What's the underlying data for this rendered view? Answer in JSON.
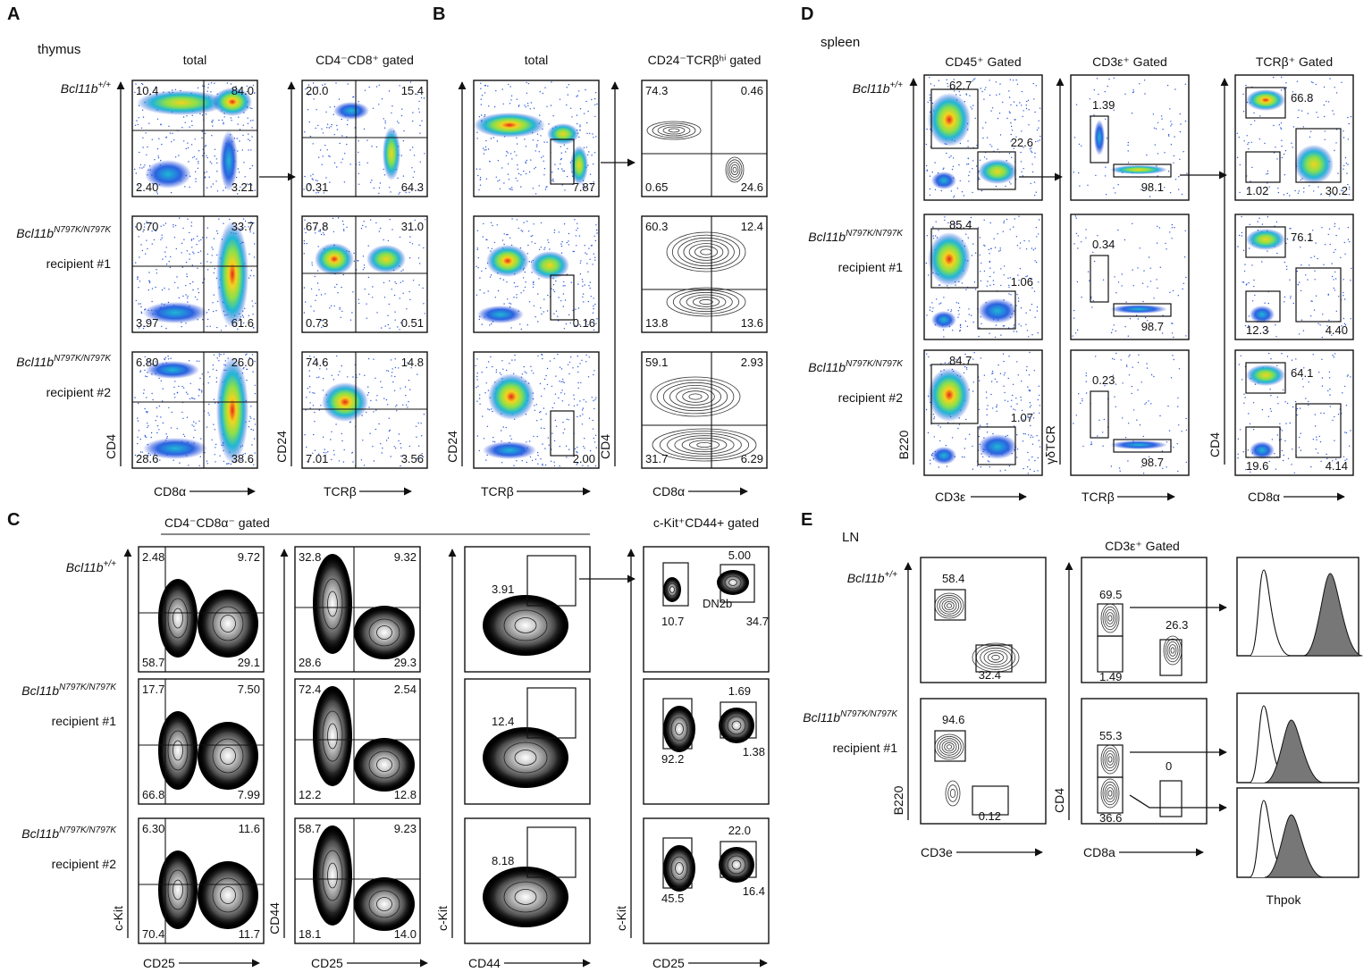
{
  "colors": {
    "pseudocolor_low": "#1c3fd8",
    "pseudocolor_mid1": "#1fb7d6",
    "pseudocolor_mid2": "#8be04a",
    "pseudocolor_mid3": "#f5d21e",
    "pseudocolor_high": "#e8261b",
    "contour": "#333333",
    "histogram_fill": "#777777"
  },
  "genotypes": {
    "wt": "Bcl11b",
    "wt_sup": "+/+",
    "mut": "Bcl11b",
    "mut_sup": "N797K/N797K",
    "rec1": "recipient #1",
    "rec2": "recipient #2"
  },
  "chart_data": [
    {
      "id": "A",
      "type": "scatter",
      "panel_letter": "A",
      "tissue": "thymus",
      "columns": [
        {
          "title": "total",
          "xlabel": "CD8α",
          "ylabel": "CD4",
          "rows": [
            [
              "10.4",
              "84.0",
              "2.40",
              "3.21"
            ],
            [
              "0.70",
              "33.7",
              "3.97",
              "61.6"
            ],
            [
              "6.80",
              "26.0",
              "28.6",
              "38.6"
            ]
          ]
        },
        {
          "title": "CD4⁻CD8⁺ gated",
          "xlabel": "TCRβ",
          "ylabel": "CD24",
          "rows": [
            [
              "20.0",
              "15.4",
              "0.31",
              "64.3"
            ],
            [
              "67.8",
              "31.0",
              "0.73",
              "0.51"
            ],
            [
              "74.6",
              "14.8",
              "7.01",
              "3.56"
            ]
          ]
        }
      ]
    },
    {
      "id": "B",
      "type": "scatter",
      "panel_letter": "B",
      "columns": [
        {
          "title": "total",
          "xlabel": "TCRβ",
          "ylabel": "CD24",
          "gates": [
            "7.87",
            "0.16",
            "2.00"
          ]
        },
        {
          "title": "CD24⁻TCRβʰⁱ gated",
          "xlabel": "CD8α",
          "ylabel": "CD4",
          "rows": [
            [
              "74.3",
              "0.46",
              "0.65",
              "24.6"
            ],
            [
              "60.3",
              "12.4",
              "13.8",
              "13.6"
            ],
            [
              "59.1",
              "2.93",
              "31.7",
              "6.29"
            ]
          ]
        }
      ]
    },
    {
      "id": "C",
      "type": "scatter",
      "panel_letter": "C",
      "group_title": "CD4⁻CD8α⁻ gated",
      "columns": [
        {
          "title": "",
          "xlabel": "CD25",
          "ylabel": "c-Kit",
          "rows": [
            [
              "2.48",
              "9.72",
              "58.7",
              "29.1"
            ],
            [
              "17.7",
              "7.50",
              "66.8",
              "7.99"
            ],
            [
              "6.30",
              "11.6",
              "70.4",
              "11.7"
            ]
          ]
        },
        {
          "title": "",
          "xlabel": "CD25",
          "ylabel": "CD44",
          "rows": [
            [
              "32.8",
              "9.32",
              "28.6",
              "29.3"
            ],
            [
              "72.4",
              "2.54",
              "12.2",
              "12.8"
            ],
            [
              "58.7",
              "9.23",
              "18.1",
              "14.0"
            ]
          ]
        },
        {
          "title": "",
          "xlabel": "CD44",
          "ylabel": "c-Kit",
          "gates": [
            "3.91",
            "12.4",
            "8.18"
          ]
        },
        {
          "title": "c-Kit⁺CD44+ gated",
          "xlabel": "CD25",
          "ylabel": "c-Kit",
          "rows": [
            [
              "5.00",
              "10.7",
              "34.7"
            ],
            [
              "1.69",
              "92.2",
              "1.38"
            ],
            [
              "22.0",
              "45.5",
              "16.4"
            ]
          ],
          "annotation": "DN2b"
        }
      ]
    },
    {
      "id": "D",
      "type": "scatter",
      "panel_letter": "D",
      "tissue": "spleen",
      "columns": [
        {
          "title": "CD45⁺ Gated",
          "xlabel": "CD3ε",
          "ylabel": "B220",
          "rows": [
            [
              "62.7",
              "22.6"
            ],
            [
              "85.4",
              "1.06"
            ],
            [
              "84.7",
              "1.07"
            ]
          ]
        },
        {
          "title": "CD3ε⁺ Gated",
          "xlabel": "TCRβ",
          "ylabel": "γδTCR",
          "rows": [
            [
              "1.39",
              "98.1"
            ],
            [
              "0.34",
              "98.7"
            ],
            [
              "0.23",
              "98.7"
            ]
          ]
        },
        {
          "title": "TCRβ⁺ Gated",
          "xlabel": "CD8α",
          "ylabel": "CD4",
          "rows": [
            [
              "66.8",
              "1.02",
              "30.2"
            ],
            [
              "76.1",
              "12.3",
              "4.40"
            ],
            [
              "64.1",
              "19.6",
              "4.14"
            ]
          ]
        }
      ]
    },
    {
      "id": "E",
      "type": "scatter",
      "panel_letter": "E",
      "tissue": "LN",
      "columns": [
        {
          "title": "",
          "xlabel": "CD3e",
          "ylabel": "B220",
          "rows": [
            [
              "58.4",
              "32.4"
            ],
            [
              "94.6",
              "0.12"
            ]
          ]
        },
        {
          "title": "CD3ε⁺ Gated",
          "xlabel": "CD8a",
          "ylabel": "CD4",
          "rows": [
            [
              "69.5",
              "1.49",
              "26.3"
            ],
            [
              "55.3",
              "36.6",
              "0"
            ]
          ]
        },
        {
          "title": "",
          "xlabel": "Thpok",
          "ylabel": ""
        }
      ]
    }
  ]
}
